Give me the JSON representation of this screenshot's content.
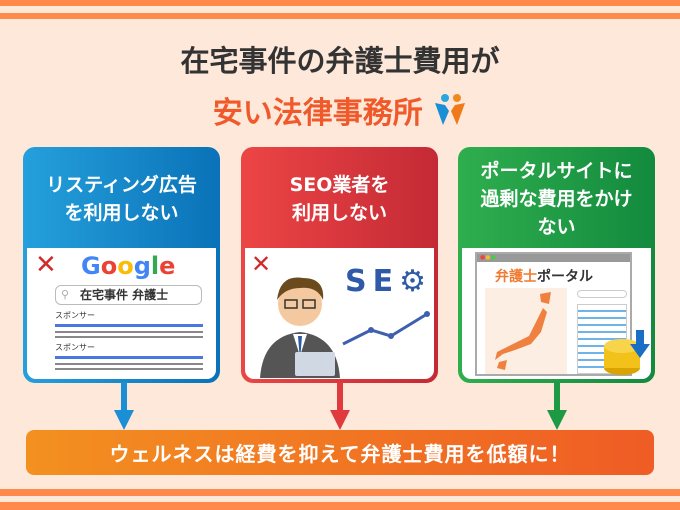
{
  "title": {
    "line1": "在宅事件の弁護士費用が",
    "line2": "安い法律事務所"
  },
  "cards": [
    {
      "heading": "リスティング広告を利用しない",
      "color": "#1a8fd6",
      "illustration": {
        "brand": "Google",
        "search_query": "在宅事件 弁護士",
        "sponsor_label_1": "スポンサー",
        "sponsor_label_2": "スポンサー"
      }
    },
    {
      "heading": "SEO業者を利用しない",
      "color": "#e03a3e",
      "illustration": {
        "text": "SE"
      }
    },
    {
      "heading": "ポータルサイトに過剰な費用をかけない",
      "color": "#1e9a45",
      "illustration": {
        "portal_title_accent": "弁護士",
        "portal_title_rest": "ポータル"
      }
    }
  ],
  "conclusion": "ウェルネスは経費を抑えて弁護士費用を低額に！",
  "colors": {
    "accent": "#f0592a",
    "background": "#fde8da",
    "stripe": "#ff8a4c"
  }
}
